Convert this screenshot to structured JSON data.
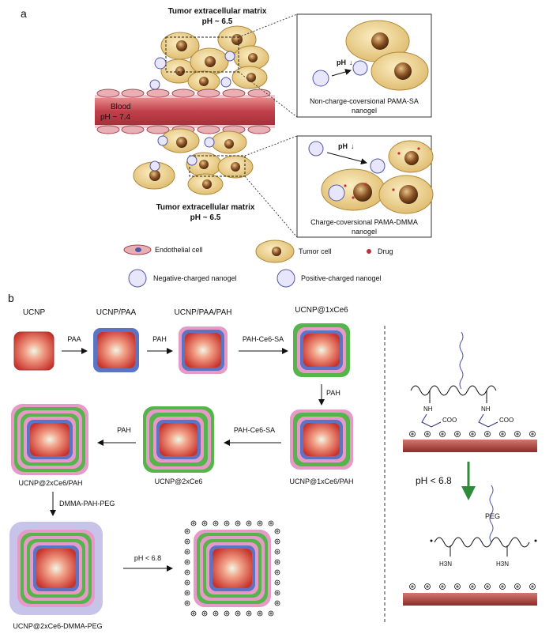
{
  "panel_a": {
    "panel_letter": "a",
    "tumor_matrix_top": {
      "line1": "Tumor extracellular matrix",
      "line2": "pH ~ 6.5"
    },
    "tumor_matrix_bottom": {
      "line1": "Tumor extracellular matrix",
      "line2": "pH ~ 6.5"
    },
    "blood": {
      "line1": "Blood",
      "line2": "pH ~ 7.4"
    },
    "inset_top": {
      "ph_arrow": "pH",
      "caption_line1": "Non-charge-coversional PAMA-SA",
      "caption_line2": "nanogel"
    },
    "inset_bottom": {
      "ph_arrow": "pH",
      "caption_line1": "Charge-coversional PAMA-DMMA",
      "caption_line2": "nanogel"
    },
    "legend": {
      "endothelial": "Endothelial cell",
      "tumor_cell": "Tumor cell",
      "drug": "Drug",
      "negative": "Negative-charged nanogel",
      "positive": "Positive-charged nanogel"
    }
  },
  "panel_b": {
    "panel_letter": "b",
    "stages": {
      "s1": "UCNP",
      "s2": "UCNP/PAA",
      "s3": "UCNP/PAA/PAH",
      "s4": "UCNP@1xCe6",
      "s5": "UCNP@1xCe6/PAH",
      "s6": "UCNP@2xCe6",
      "s7": "UCNP@2xCe6/PAH",
      "s8": "UCNP@2xCe6-DMMA-PEG"
    },
    "arrows": {
      "a1": "PAA",
      "a2": "PAH",
      "a3": "PAH-Ce6-SA",
      "a4": "PAH",
      "a5": "PAH-Ce6-SA",
      "a6": "PAH",
      "a7": "DMMA-PAH-PEG",
      "a8": "pH < 6.8"
    },
    "scheme": {
      "ph_label": "pH < 6.8",
      "peg": "PEG",
      "nh": "NH",
      "coo": "COO",
      "amine_left": "H3N",
      "amine_right": "H3N"
    }
  },
  "colors": {
    "ucnp_core": "#d94a3e",
    "paa_layer": "#5b74c4",
    "pah_layer": "#e79ac8",
    "ce6_layer": "#55b54a",
    "peg_shell": "#c8c3e8",
    "vessel": "#c0404a",
    "cell": "#ecd08a",
    "nucleus": "#8a5a2a",
    "arrow_green": "#2e8b3a"
  }
}
